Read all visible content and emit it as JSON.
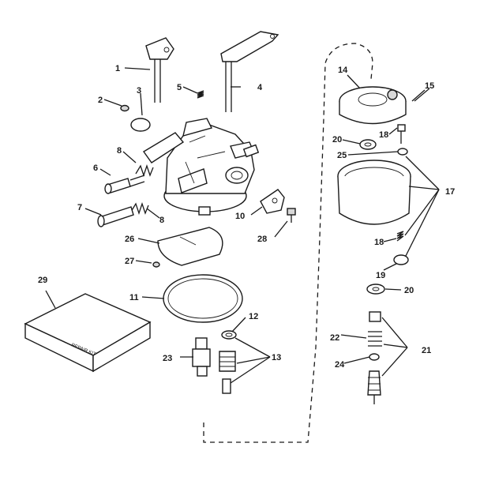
{
  "callouts": {
    "c1": "1",
    "c2": "2",
    "c3": "3",
    "c4": "4",
    "c5": "5",
    "c6": "6",
    "c7": "7",
    "c8a": "8",
    "c8b": "8",
    "c10": "10",
    "c11": "11",
    "c12": "12",
    "c13": "13",
    "c14": "14",
    "c15": "15",
    "c17": "17",
    "c18a": "18",
    "c18b": "18",
    "c19": "19",
    "c20a": "20",
    "c20b": "20",
    "c21": "21",
    "c22": "22",
    "c23": "23",
    "c24": "24",
    "c25": "25",
    "c26": "26",
    "c27": "27",
    "c28": "28",
    "c29": "29"
  },
  "kit_box_text": "REPAIR KIT"
}
